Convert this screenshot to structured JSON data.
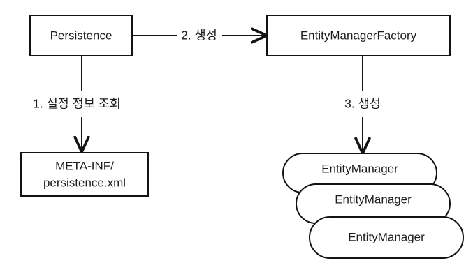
{
  "diagram": {
    "background_color": "#ffffff",
    "stroke_color": "#131313",
    "text_color": "#1c1c1c",
    "nodes": [
      {
        "id": "persistence",
        "label": "Persistence",
        "shape": "rectangle"
      },
      {
        "id": "entity-manager-factory",
        "label": "EntityManagerFactory",
        "shape": "rectangle"
      },
      {
        "id": "meta-inf",
        "label_line1": "META-INF/",
        "label_line2": "persistence.xml",
        "shape": "rectangle"
      },
      {
        "id": "entity-manager-1",
        "label": "EntityManager",
        "shape": "rounded-pill"
      },
      {
        "id": "entity-manager-2",
        "label": "EntityManager",
        "shape": "rounded-pill"
      },
      {
        "id": "entity-manager-3",
        "label": "EntityManager",
        "shape": "rounded-pill"
      }
    ],
    "edges": [
      {
        "id": "edge-1",
        "label": "1. 설정 정보 조회",
        "from": "persistence",
        "to": "meta-inf",
        "arrow": "down"
      },
      {
        "id": "edge-2",
        "label": "2. 생성",
        "from": "persistence",
        "to": "entity-manager-factory",
        "arrow": "right"
      },
      {
        "id": "edge-3",
        "label": "3. 생성",
        "from": "entity-manager-factory",
        "to": "entity-manager-1",
        "arrow": "down"
      }
    ]
  }
}
